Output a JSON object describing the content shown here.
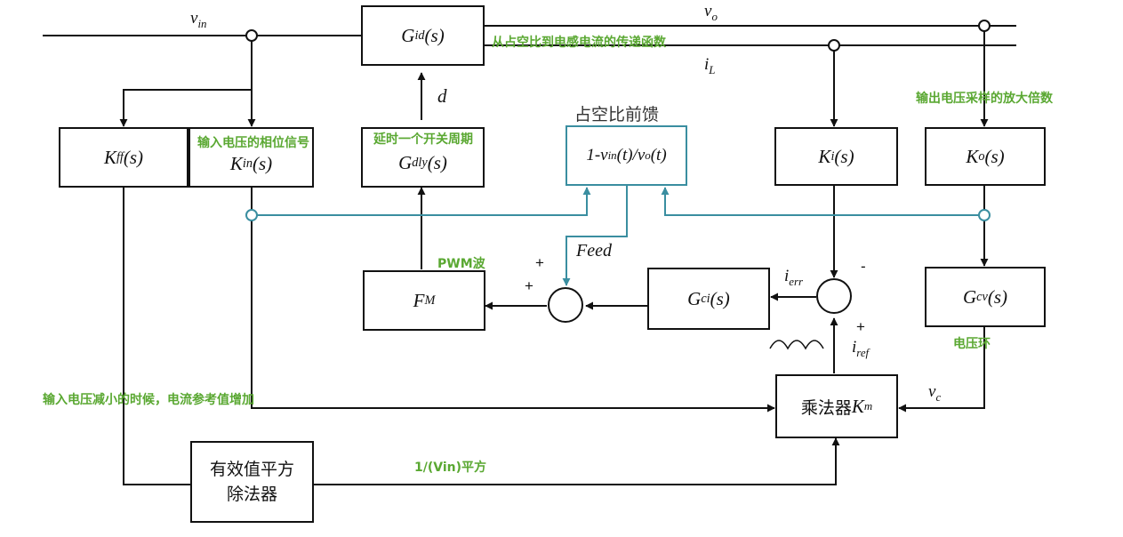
{
  "blocks": {
    "gid": {
      "main": "G",
      "sub": "id",
      "rest": "(s)"
    },
    "kff": {
      "main": "K",
      "sub": "ff",
      "rest": "(s)"
    },
    "kin": {
      "main": "K",
      "sub": "in",
      "rest": "(s)"
    },
    "gdly": {
      "main": "G",
      "sub": "dly",
      "rest": "(s)"
    },
    "feedforward": {
      "a": "1-v",
      "sub1": "in",
      "b": "(t)/v",
      "sub2": "o",
      "c": "(t)"
    },
    "ki": {
      "main": "K",
      "sub": "i",
      "rest": "(s)"
    },
    "ko": {
      "main": "K",
      "sub": "o",
      "rest": "(s)"
    },
    "fm": {
      "main": "F",
      "sub": "M"
    },
    "gci": {
      "main": "G",
      "sub": "ci",
      "rest": "(s)"
    },
    "gcv": {
      "main": "G",
      "sub": "cv",
      "rest": "(s)"
    },
    "multiplier": {
      "text": "乘法器",
      "main": "K",
      "sub": "m"
    },
    "rms": {
      "line1": "有效值平方",
      "line2": "除法器"
    }
  },
  "signals": {
    "vin": {
      "main": "v",
      "sub": "in"
    },
    "vo": {
      "main": "v",
      "sub": "o"
    },
    "il": {
      "main": "i",
      "sub": "L"
    },
    "d": "d",
    "feed": "Feed",
    "ierr": {
      "main": "i",
      "sub": "err"
    },
    "iref": {
      "main": "i",
      "sub": "ref"
    },
    "vc": {
      "main": "v",
      "sub": "c"
    }
  },
  "signs": {
    "left_top": "+",
    "left_bottom": "+",
    "right_top": "-",
    "right_bottom": "+"
  },
  "feedforward_title": "占空比前馈",
  "annotations": {
    "gid_desc": "从占空比到电感电流的传递函数",
    "vo_sample": "输出电压采样的放大倍数",
    "vin_phase": "输入电压的相位信号",
    "delay": "延时一个开关周期",
    "pwm": "PWM波",
    "voltage_loop": "电压环",
    "vin_decrease": "输入电压减小的时候，电流参考值增加",
    "inv_vin_sq": "1/(Vin)平方"
  },
  "colors": {
    "line": "#111111",
    "feedforward": "#3a8ea0",
    "annotation": "#5aa832"
  }
}
